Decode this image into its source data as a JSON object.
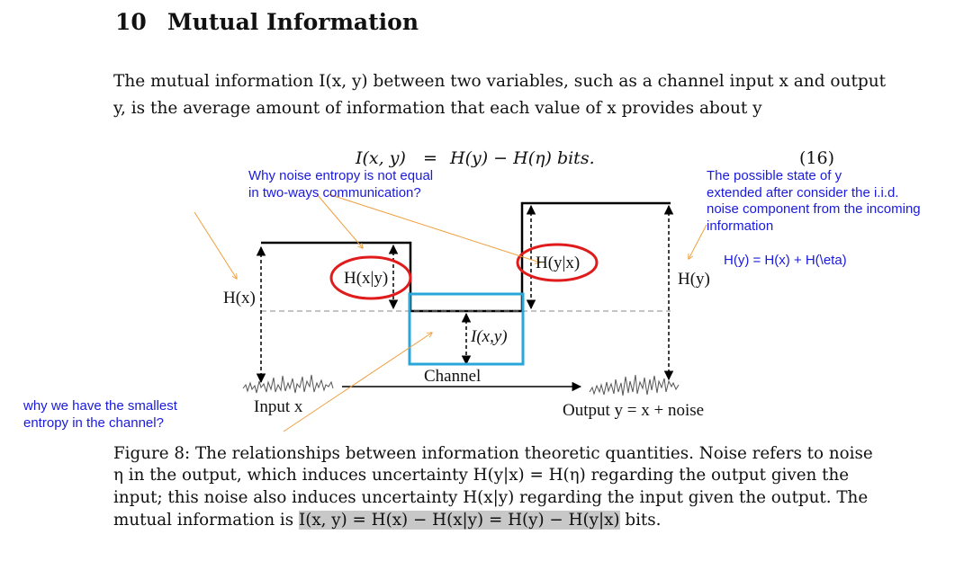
{
  "section": {
    "number": "10",
    "title": "Mutual Information"
  },
  "intro": {
    "line1": "The mutual information I(x, y) between two variables, such as a channel input x and output",
    "line2": "y, is the average amount of information that each value of x provides about y"
  },
  "equation": {
    "lhs": "I(x, y)",
    "eq": "=",
    "rhs": "H(y) − H(η) bits.",
    "number": "(16)"
  },
  "annotations": {
    "noise_question": [
      "Why noise entropy is not equal",
      "in two-ways communication?"
    ],
    "state_note": [
      "The possible state of y",
      "extended after consider the i.i.d.",
      "noise component from the incoming",
      "information"
    ],
    "formula_note": "H(y) = H(x) + H(\\eta)",
    "channel_question": [
      "why we have the smallest",
      "entropy in the channel?"
    ]
  },
  "figure": {
    "hx": "H(x)",
    "hxy": "H(x|y)",
    "hyx": "H(y|x)",
    "hy": "H(y)",
    "ixy": "I(x,y)",
    "channel": "Channel",
    "input": "Input x",
    "output": "Output y = x + noise",
    "colors": {
      "highlight_circle": "#e01b1b",
      "channel_box": "#2aa7d8",
      "annotation": "#1a1adf",
      "arrow": "#f0a040"
    }
  },
  "caption": {
    "line1": "Figure 8: The relationships between information theoretic quantities. Noise refers to noise",
    "line2": "η in the output, which induces uncertainty H(y|x) = H(η) regarding the output given the",
    "line3": "input; this noise also induces uncertainty H(x|y) regarding the input given the output. The",
    "line4_prefix": "mutual information is",
    "line4_highlight": "I(x, y) = H(x) − H(x|y) = H(y) − H(y|x)",
    "line4_suffix": "bits."
  }
}
